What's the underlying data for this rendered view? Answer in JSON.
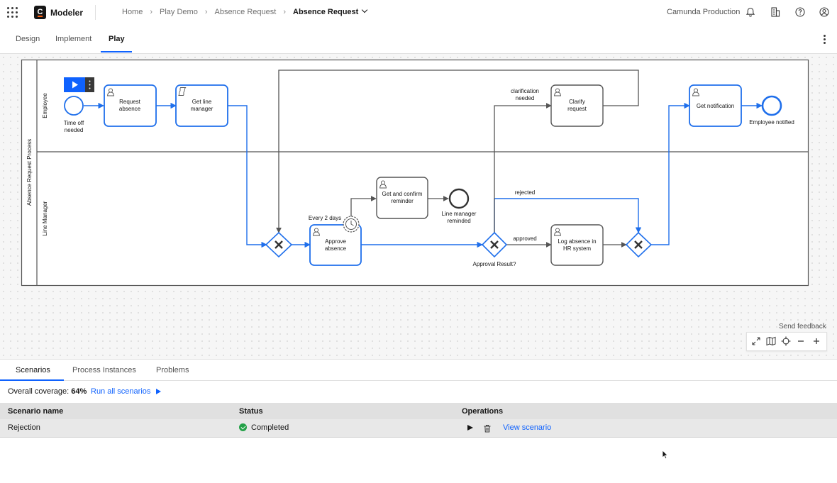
{
  "app": {
    "name": "Modeler",
    "cluster": "Camunda Production"
  },
  "breadcrumb": {
    "items": [
      "Home",
      "Play Demo",
      "Absence Request"
    ],
    "current": "Absence Request"
  },
  "icons": {
    "apps": "app-switcher-icon",
    "notifications": "bell-icon",
    "org": "building-icon",
    "help": "help-icon",
    "user": "user-avatar-icon",
    "more": "overflow-menu-icon"
  },
  "tabs": {
    "design": "Design",
    "implement": "Implement",
    "play": "Play",
    "active": "Play"
  },
  "diagram": {
    "pool_label": "Absence Request Process",
    "lanes": {
      "employee": "Employee",
      "line_manager": "Line Manager"
    },
    "start_event": "Time off needed",
    "tasks": {
      "request_absence": "Request absence",
      "get_line_manager": "Get line manager",
      "approve_absence": "Approve absence",
      "get_confirm_reminder": "Get and confirm reminder",
      "clarify_request": "Clarify request",
      "log_absence": "Log absence in HR system",
      "get_notification": "Get notification"
    },
    "timer_label": "Every 2 days",
    "end_events": {
      "line_manager_reminded": "Line manager reminded",
      "employee_notified": "Employee notified"
    },
    "gateway_label": "Approval Result?",
    "flow_labels": {
      "clarification": "clarification needed",
      "rejected": "rejected",
      "approved": "approved"
    },
    "colors": {
      "active": "#1f6feb",
      "inactive": "#555555"
    }
  },
  "canvas": {
    "feedback": "Send feedback"
  },
  "zoom_controls": [
    "fit-screen-icon",
    "minimap-icon",
    "recenter-icon",
    "zoom-out-icon",
    "zoom-in-icon"
  ],
  "panel": {
    "tabs": [
      "Scenarios",
      "Process Instances",
      "Problems"
    ],
    "coverage_label": "Overall coverage:",
    "coverage_value": "64%",
    "run_all": "Run all scenarios",
    "columns": {
      "name": "Scenario name",
      "status": "Status",
      "operations": "Operations"
    },
    "rows": [
      {
        "name": "Rejection",
        "status": "Completed",
        "link": "View scenario"
      }
    ]
  }
}
